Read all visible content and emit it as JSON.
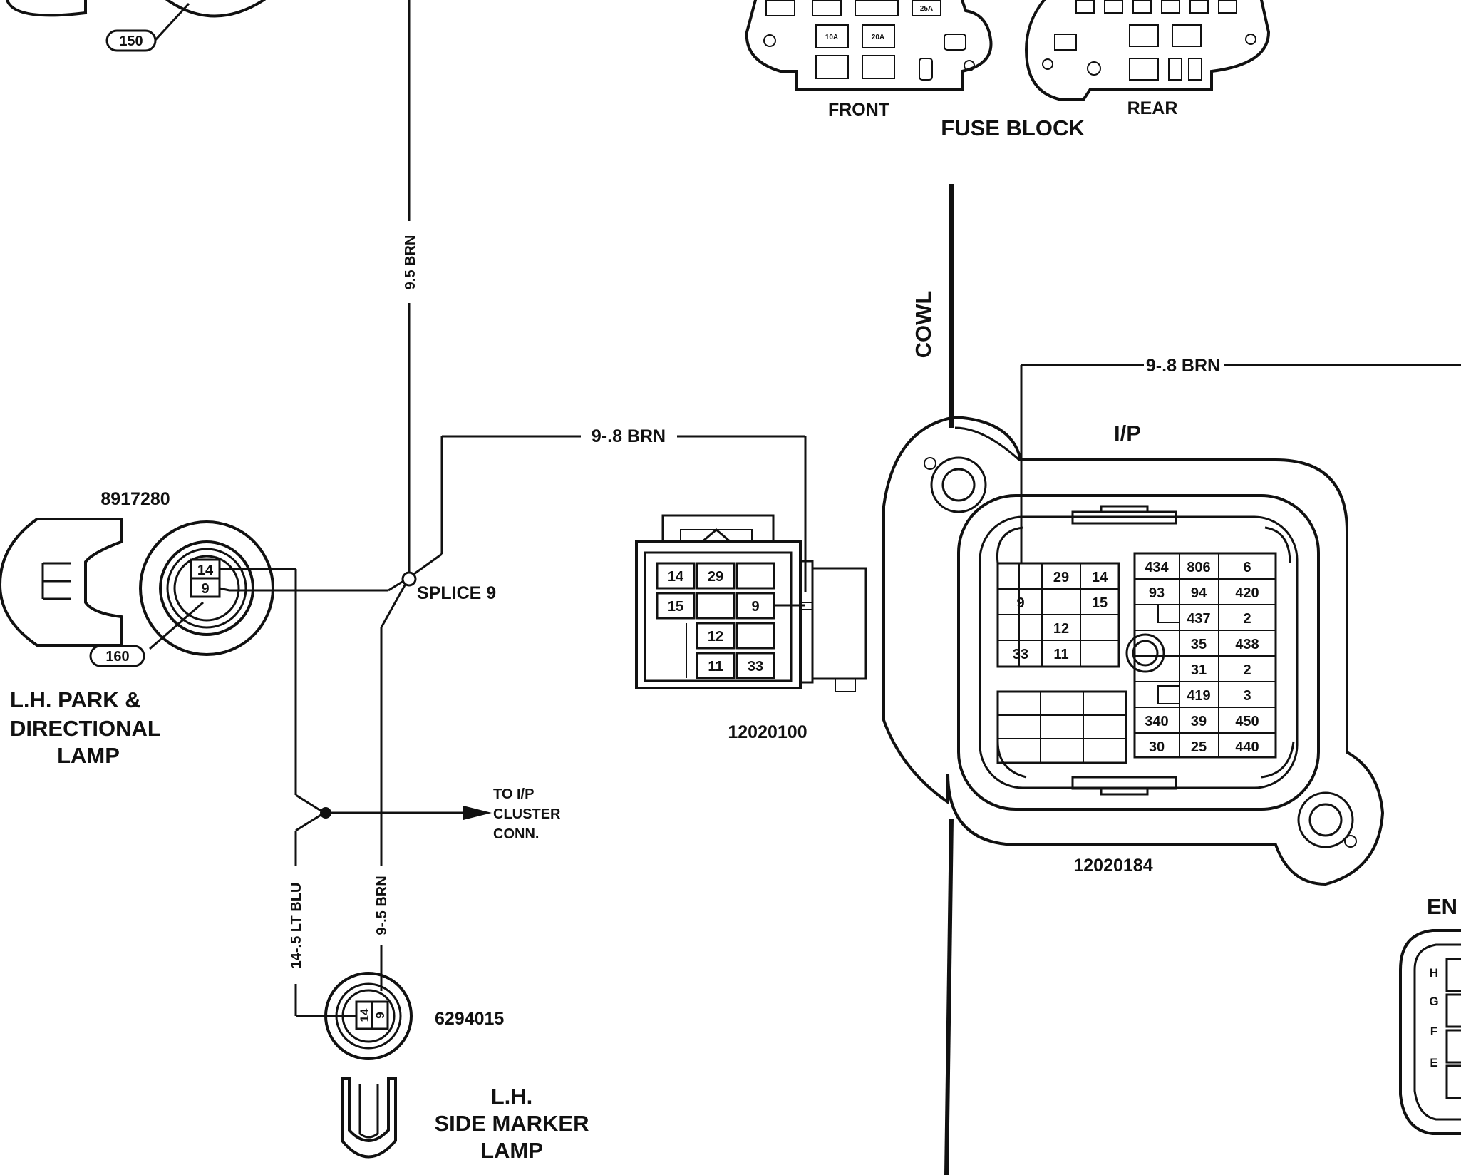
{
  "fuse_block": {
    "title": "FUSE BLOCK",
    "front_label": "FRONT",
    "rear_label": "REAR",
    "front_fuses": [
      "10A",
      "20A",
      "25A"
    ]
  },
  "callouts": {
    "c150": "150",
    "c160": "160"
  },
  "park_lamp": {
    "part_number": "8917280",
    "name_line1": "L.H. PARK &",
    "name_line2": "DIRECTIONAL",
    "name_line3": "LAMP",
    "pins": [
      "14",
      "9"
    ]
  },
  "side_marker": {
    "part_number": "6294015",
    "name_line1": "L.H.",
    "name_line2": "SIDE MARKER",
    "name_line3": "LAMP",
    "pins": [
      "14",
      "9"
    ]
  },
  "wires": {
    "w_vertical_top": "9.5 BRN",
    "w_to_connector": "9-.8 BRN",
    "w_to_ip": "9-.8 BRN",
    "w_lt_blu": "14-.5 LT BLU",
    "w_brn_lower": "9-.5 BRN"
  },
  "splice": {
    "label": "SPLICE 9"
  },
  "cluster": {
    "line1": "TO I/P",
    "line2": "CLUSTER",
    "line3": "CONN."
  },
  "connector_small": {
    "part_number": "12020100",
    "pins": [
      [
        "14",
        "29",
        ""
      ],
      [
        "15",
        "",
        "9"
      ],
      [
        "12",
        ""
      ],
      [
        "11",
        "33"
      ]
    ]
  },
  "cowl": {
    "label": "COWL"
  },
  "ip_connector": {
    "label": "I/P",
    "part_number": "12020184",
    "left_grid": [
      [
        "",
        "29",
        "14"
      ],
      [
        "9",
        "",
        "15"
      ],
      [
        "",
        "12",
        ""
      ],
      [
        "33",
        "11",
        ""
      ]
    ],
    "right_grid": [
      [
        "434",
        "806",
        "6"
      ],
      [
        "93",
        "94",
        "420"
      ],
      [
        "",
        "437",
        "2"
      ],
      [
        "",
        "35",
        "438"
      ],
      [
        "",
        "31",
        "2"
      ],
      [
        "",
        "419",
        "3"
      ],
      [
        "340",
        "39",
        "450"
      ],
      [
        "30",
        "25",
        "440"
      ]
    ]
  },
  "engine_connector": {
    "label_partial": "EN",
    "pins": [
      "H",
      "G",
      "F",
      "E"
    ]
  }
}
